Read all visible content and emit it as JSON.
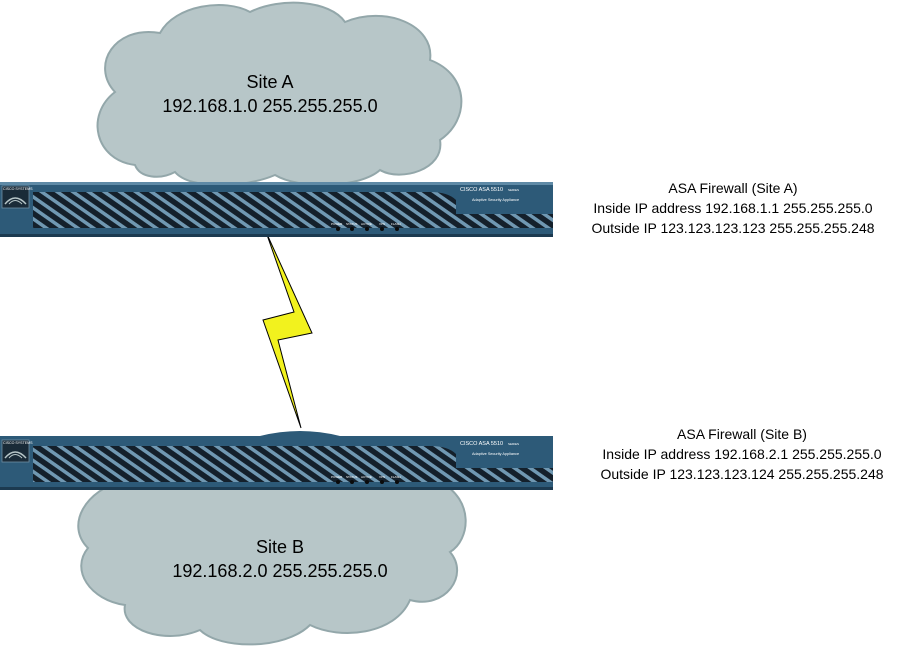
{
  "site_a": {
    "name": "Site A",
    "network": "192.168.1.0 255.255.255.0"
  },
  "site_b": {
    "name": "Site B",
    "network": "192.168.2.0 255.255.255.0"
  },
  "firewall_a": {
    "title": "ASA Firewall (Site A)",
    "inside": "Inside IP address 192.168.1.1 255.255.255.0",
    "outside": "Outside IP 123.123.123.123 255.255.255.248",
    "vendor": "CISCO SYSTEMS",
    "model": "CISCO ASA 5510",
    "series": "SERIES",
    "subtitle": "Adaptive Security Appliance",
    "leds": [
      "POWER",
      "STATUS",
      "ACTIVE",
      "VPN",
      "FLASH"
    ]
  },
  "firewall_b": {
    "title": "ASA Firewall (Site B)",
    "inside": "Inside IP address 192.168.2.1 255.255.255.0",
    "outside": "Outside IP 123.123.123.124 255.255.255.248",
    "vendor": "CISCO SYSTEMS",
    "model": "CISCO ASA 5510",
    "series": "SERIES",
    "subtitle": "Adaptive Security Appliance",
    "leds": [
      "POWER",
      "STATUS",
      "ACTIVE",
      "VPN",
      "FLASH"
    ]
  },
  "colors": {
    "cloud_fill": "#b7c6c8",
    "cloud_stroke": "#8fa3a6",
    "chassis": "#2d5a78",
    "chassis_dark": "#0f1f2c",
    "stripe": "#6f97b0",
    "wan_link": "#f2f21e"
  }
}
